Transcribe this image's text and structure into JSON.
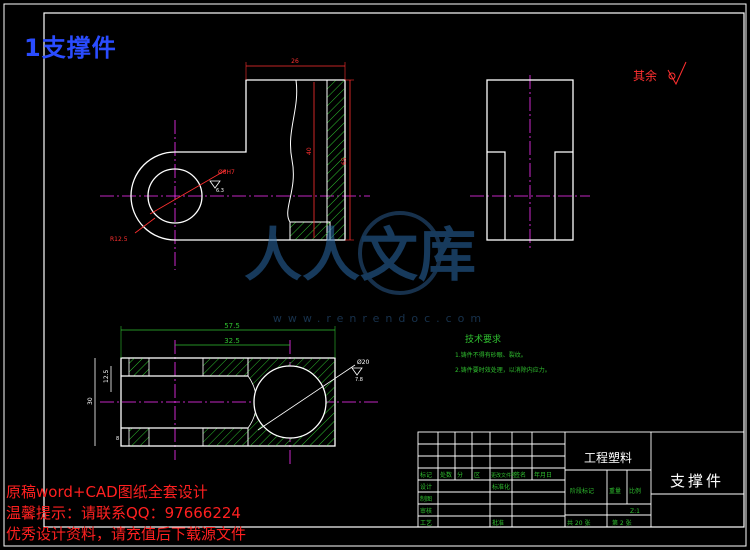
{
  "drawing": {
    "title": "1支撑件",
    "roughness_note": "其余",
    "dimensions": {
      "width_top": "26",
      "height_inner": "40",
      "height_outer": "65",
      "bore": "Ø8H7",
      "bore_roughness": "6.3",
      "radius": "R12.5",
      "length_total": "57.5",
      "length_slot": "32.5",
      "slot_width": "12.5",
      "height_bottom": "30",
      "rough_bottom": "Ø20",
      "rough_bottom2": "7.8",
      "small": "8"
    },
    "tech_req": {
      "heading": "技术要求",
      "item1": "1.铸件不得有砂眼、裂纹。",
      "item2": "2.铸件要时效处理，以消除内应力。"
    },
    "watermark": {
      "logo_text": "人人文库",
      "url": "www.renrendoc.com"
    }
  },
  "title_block": {
    "material": "工程塑料",
    "part_name": "支撑件",
    "scale": "Z:1",
    "sheets_total": "共 20 张",
    "sheet_no": "第 2 张",
    "labels": [
      "标记",
      "处数",
      "分",
      "区",
      "更改文件号",
      "签名",
      "年月日"
    ],
    "design": "设计",
    "draw": "制图",
    "check": "审核",
    "process": "工艺",
    "standard": "标准化",
    "approve": "批准",
    "stage": "阶段标记",
    "weight": "重量",
    "ratio": "比例"
  },
  "notes": {
    "line1": "原稿word+CAD图纸全套设计",
    "line2": "温馨提示：请联系QQ：97666224",
    "line3": "优秀设计资料，请充值后下载源文件"
  }
}
